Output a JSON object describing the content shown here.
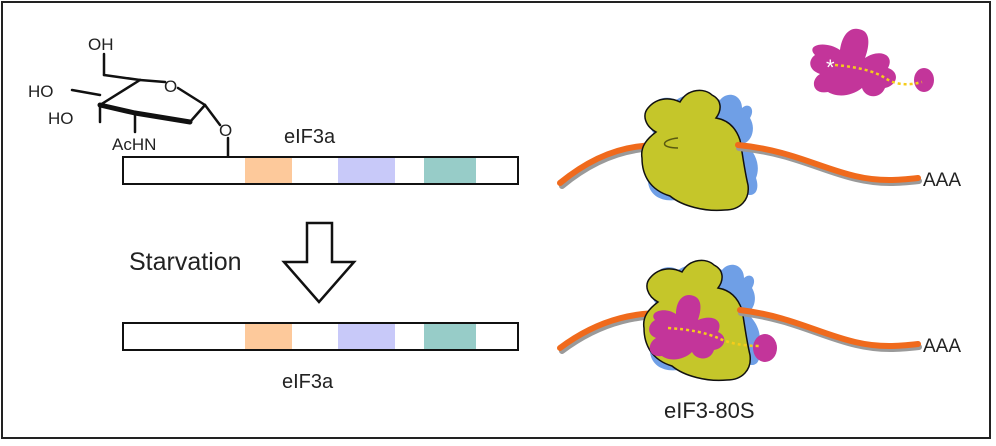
{
  "labels": {
    "oh_top": "OH",
    "ho_upper": "HO",
    "ho_lower": "HO",
    "ring_o": "O",
    "achn": "AcHN",
    "linker_o": "O",
    "protein_top": "eIF3a",
    "protein_bottom": "eIF3a",
    "starvation": "Starvation",
    "polya_top": "AAA",
    "polya_bottom": "AAA",
    "complex": "eIF3-80S",
    "asterisk": "*"
  },
  "colors": {
    "domain_1": "#fdc99b",
    "domain_2": "#c8c9f9",
    "domain_3": "#97ccc8",
    "mrna": "#f06a1c",
    "ribosome_small": "#6f9fe6",
    "ribosome_large": "#c5c62a",
    "eif3": "#c3359a",
    "linker": "#f5cc1a"
  }
}
